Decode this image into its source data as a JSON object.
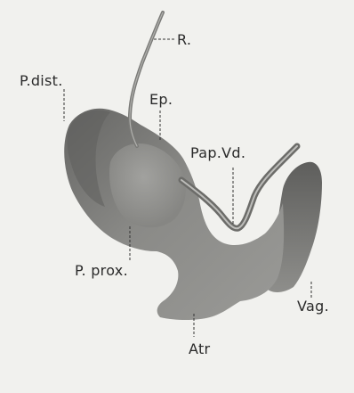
{
  "figure": {
    "labels": {
      "r": "R.",
      "p_dist": "P.dist.",
      "ep": "Ep.",
      "pap_vd": "Pap.Vd.",
      "p_prox": "P. prox.",
      "vag": "Vag.",
      "atr": "Atr"
    },
    "colors": {
      "background": "#f1f1ee",
      "organ_dark": "#6f6f6d",
      "organ_mid": "#8c8c89",
      "organ_light": "#a9a9a6",
      "duct": "#7a7a77",
      "leader_line": "#333333",
      "label_text": "#2a2a2a"
    }
  }
}
